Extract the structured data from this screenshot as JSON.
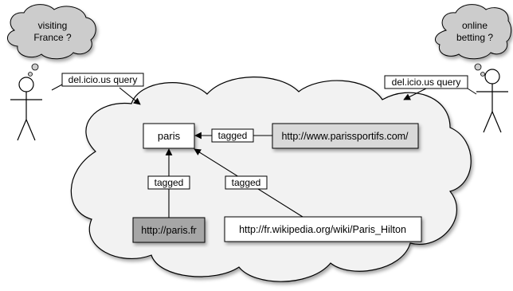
{
  "thoughts": {
    "left": [
      "visiting",
      "France ?"
    ],
    "right": [
      "online",
      "betting ?"
    ]
  },
  "queries": {
    "left": "del.icio.us query",
    "right": "del.icio.us query"
  },
  "nodes": {
    "tag": "paris",
    "parissportifs": "http://www.parissportifs.com/",
    "parisfr": "http://paris.fr",
    "wikipedia": "http://fr.wikipedia.org/wiki/Paris_Hilton"
  },
  "edges": {
    "parissportifs": "tagged",
    "parisfr": "tagged",
    "wikipedia": "tagged"
  },
  "colors": {
    "cloud_fill": "#f2f2f2",
    "thought_fill": "#cccccc",
    "node_fill_light": "#d9d9d9",
    "node_fill_dark": "#a6a6a6",
    "stroke": "#000000"
  }
}
